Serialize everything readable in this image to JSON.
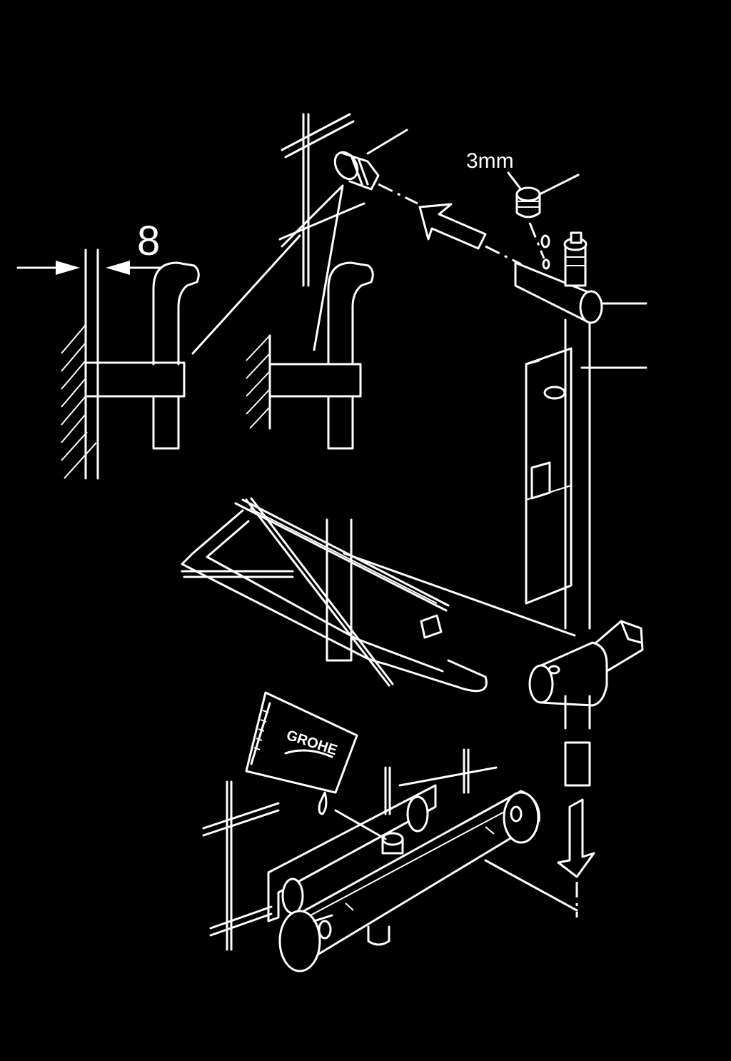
{
  "labels": {
    "distance": "8",
    "hex_key": "3mm",
    "brand": "GROHE"
  },
  "colors": {
    "background": "#000000",
    "linework": "#ffffff"
  }
}
